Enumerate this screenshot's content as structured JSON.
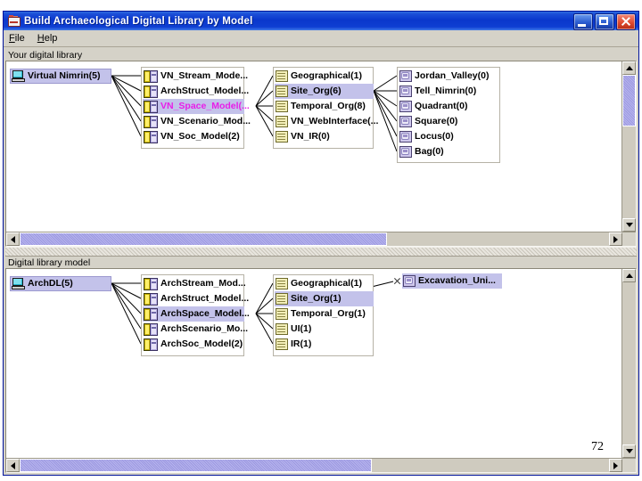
{
  "window": {
    "title": "Build Archaeological Digital Library by Model",
    "icon": "books-icon",
    "buttons": {
      "minimize": "Minimize",
      "maximize": "Maximize",
      "close": "Close"
    }
  },
  "menubar": {
    "items": [
      {
        "label": "File",
        "mnemonic": "F"
      },
      {
        "label": "Help",
        "mnemonic": "H"
      }
    ]
  },
  "panels": {
    "top": {
      "label": "Your digital library",
      "root": {
        "label": "Virtual Nimrin(5)",
        "icon": "computer-icon",
        "selected": true
      },
      "models": [
        {
          "label": "VN_Stream_Mode...",
          "icon": "model-icon",
          "highlight": "none"
        },
        {
          "label": "ArchStruct_Model...",
          "icon": "model-icon",
          "highlight": "none"
        },
        {
          "label": "VN_Space_Model(...",
          "icon": "model-icon",
          "highlight": "magenta-selected"
        },
        {
          "label": "VN_Scenario_Mod...",
          "icon": "model-icon",
          "highlight": "none"
        },
        {
          "label": "VN_Soc_Model(2)",
          "icon": "model-icon",
          "highlight": "none"
        }
      ],
      "orgs": [
        {
          "label": "Geographical(1)",
          "icon": "note-icon",
          "selected": false
        },
        {
          "label": "Site_Org(6)",
          "icon": "note-icon",
          "selected": true
        },
        {
          "label": "Temporal_Org(8)",
          "icon": "note-icon",
          "selected": false
        },
        {
          "label": "VN_WebInterface(...",
          "icon": "note-icon",
          "selected": false
        },
        {
          "label": "VN_IR(0)",
          "icon": "note-icon",
          "selected": false
        }
      ],
      "entities": [
        {
          "label": "Jordan_Valley(0)",
          "icon": "entity-icon"
        },
        {
          "label": "Tell_Nimrin(0)",
          "icon": "entity-icon"
        },
        {
          "label": "Quadrant(0)",
          "icon": "entity-icon"
        },
        {
          "label": "Square(0)",
          "icon": "entity-icon"
        },
        {
          "label": "Locus(0)",
          "icon": "entity-icon"
        },
        {
          "label": "Bag(0)",
          "icon": "entity-icon"
        }
      ]
    },
    "bottom": {
      "label": "Digital library model",
      "root": {
        "label": "ArchDL(5)",
        "icon": "computer-icon",
        "selected": true
      },
      "models": [
        {
          "label": "ArchStream_Mod...",
          "icon": "model-icon",
          "highlight": "none"
        },
        {
          "label": "ArchStruct_Model...",
          "icon": "model-icon",
          "highlight": "none"
        },
        {
          "label": "ArchSpace_Model...",
          "icon": "model-icon",
          "highlight": "selected"
        },
        {
          "label": "ArchScenario_Mo...",
          "icon": "model-icon",
          "highlight": "none"
        },
        {
          "label": "ArchSoc_Model(2)",
          "icon": "model-icon",
          "highlight": "none"
        }
      ],
      "orgs": [
        {
          "label": "Geographical(1)",
          "icon": "note-icon",
          "selected": false
        },
        {
          "label": "Site_Org(1)",
          "icon": "note-icon",
          "selected": true
        },
        {
          "label": "Temporal_Org(1)",
          "icon": "note-icon",
          "selected": false
        },
        {
          "label": "UI(1)",
          "icon": "note-icon",
          "selected": false
        },
        {
          "label": "IR(1)",
          "icon": "note-icon",
          "selected": false
        }
      ],
      "entities": [
        {
          "label": "Excavation_Uni...",
          "icon": "entity-icon",
          "selected": true,
          "handle": "expand-handle"
        }
      ]
    }
  },
  "footer": {
    "page_number": "72"
  },
  "colors": {
    "title_bar": "#0a37cc",
    "selection": "#c3c2ea",
    "magenta_label": "#e81ee8",
    "panel_face": "#d5d2c8",
    "scroll_thumb": "#a9a6e8"
  }
}
